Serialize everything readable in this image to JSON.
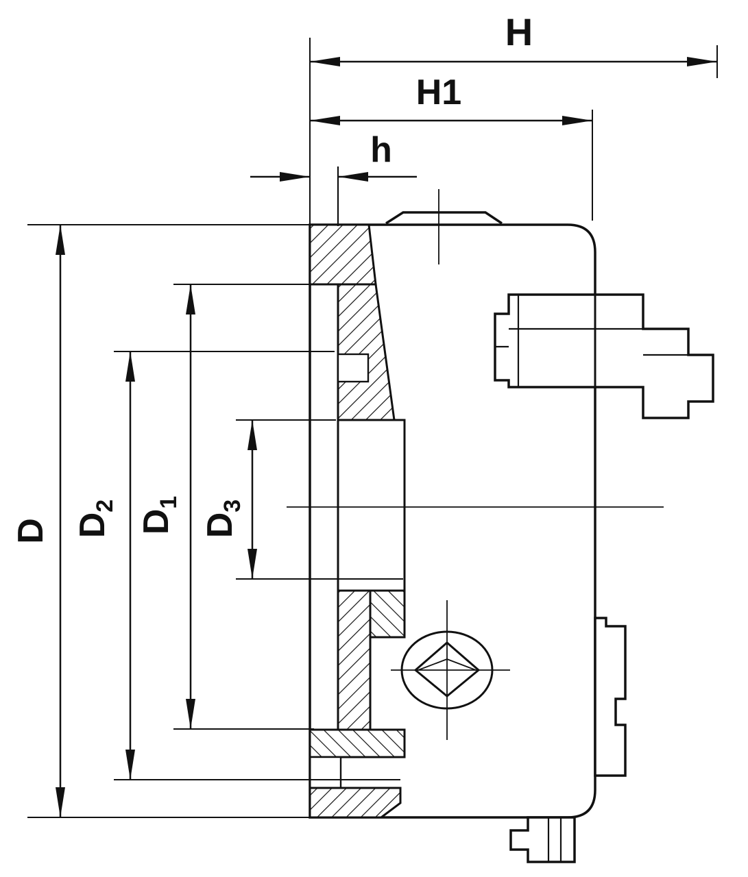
{
  "figure": {
    "type": "technical-drawing",
    "subject": "lathe chuck cross-section with dimension callouts",
    "ink_color": "#111111",
    "paper_color": "#ffffff",
    "dims": {
      "H": {
        "label": "H"
      },
      "H1": {
        "label": "H1"
      },
      "h": {
        "label": "h"
      },
      "D": {
        "base": "D",
        "sub": ""
      },
      "D1": {
        "base": "D",
        "sub": "1"
      },
      "D2": {
        "base": "D",
        "sub": "2"
      },
      "D3": {
        "base": "D",
        "sub": "3"
      }
    }
  }
}
